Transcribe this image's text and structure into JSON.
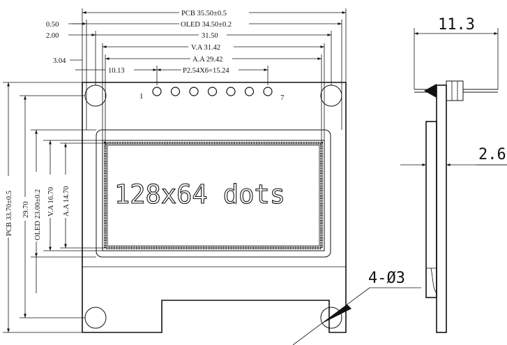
{
  "front_view": {
    "dims_horizontal": {
      "pcb": "PCB 35.50±0.5",
      "oled": "OLED 34.50±0.2",
      "pin_span": "31.50",
      "va": "V.A 31.42",
      "aa": "A.A 29.42",
      "pitch": "P2.54X6=15.24",
      "offset_050": "0.50",
      "offset_200": "2.00",
      "offset_304": "3.04",
      "offset_1013": "10.13"
    },
    "dims_vertical": {
      "pcb": "PCB 33.70±0.5",
      "h2970": "29.70",
      "oled": "OLED 23.00±0.2",
      "va": "V.A 16.70",
      "aa": "A.A 14.70"
    },
    "screen_label": "128x64 dots",
    "pin_first": "1",
    "pin_last": "7",
    "pin_count": 7
  },
  "side_view": {
    "dim_pin_length": "11.3",
    "dim_thickness": "2.6",
    "holes_label": "4-Ø3"
  }
}
